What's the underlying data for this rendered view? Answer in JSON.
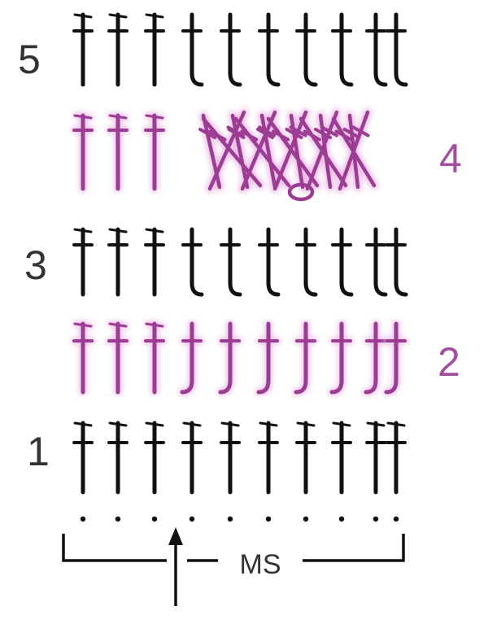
{
  "colors": {
    "ink": "#111111",
    "accent": "#9c3d93",
    "accent_glow": "#e9b6e4",
    "label_gray": "#333333",
    "label_accent": "#a34fa0"
  },
  "rows": [
    {
      "number": "1",
      "stitch": "double-crochet",
      "color": "ink",
      "count": 10,
      "label_side": "left"
    },
    {
      "number": "2",
      "stitch": "double-crochet-front-post",
      "color": "accent",
      "count": 10,
      "label_side": "right"
    },
    {
      "number": "3",
      "stitch": "double-crochet",
      "color": "ink",
      "count": 10,
      "label_side": "left"
    },
    {
      "number": "4",
      "stitch": "crossed-double-crochet-cluster",
      "color": "accent",
      "plain_count": 3,
      "label_side": "right"
    },
    {
      "number": "5",
      "stitch": "double-crochet",
      "color": "ink",
      "count": 10,
      "label_side": "left"
    }
  ],
  "foundation": {
    "chain_count": 10
  },
  "repeat": {
    "label": "MS",
    "indicator": "arrow-up-icon"
  }
}
